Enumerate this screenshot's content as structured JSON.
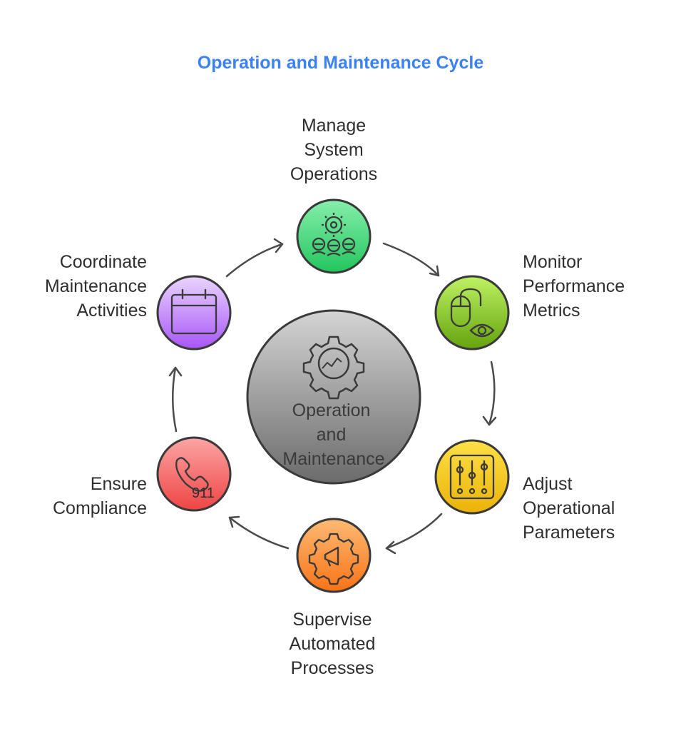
{
  "title": "Operation and Maintenance Cycle",
  "hub": {
    "lines": [
      "Operation",
      "and",
      "Maintenance"
    ]
  },
  "nodes": [
    {
      "lines": [
        "Manage",
        "System",
        "Operations"
      ],
      "color": "#4ade80",
      "icon": "gear-people-icon"
    },
    {
      "lines": [
        "Monitor",
        "Performance",
        "Metrics"
      ],
      "color": "#84cc16",
      "icon": "mouse-eye-icon"
    },
    {
      "lines": [
        "Adjust",
        "Operational",
        "Parameters"
      ],
      "color": "#facc15",
      "icon": "sliders-icon"
    },
    {
      "lines": [
        "Supervise",
        "Automated",
        "Processes"
      ],
      "color": "#fb923c",
      "icon": "gear-megaphone-icon"
    },
    {
      "lines": [
        "Ensure",
        "Compliance"
      ],
      "color": "#f87171",
      "icon": "phone-911-icon",
      "icon_text": "911"
    },
    {
      "lines": [
        "Coordinate",
        "Maintenance",
        "Activities"
      ],
      "color": "#c084fc",
      "icon": "calendar-icon"
    }
  ]
}
